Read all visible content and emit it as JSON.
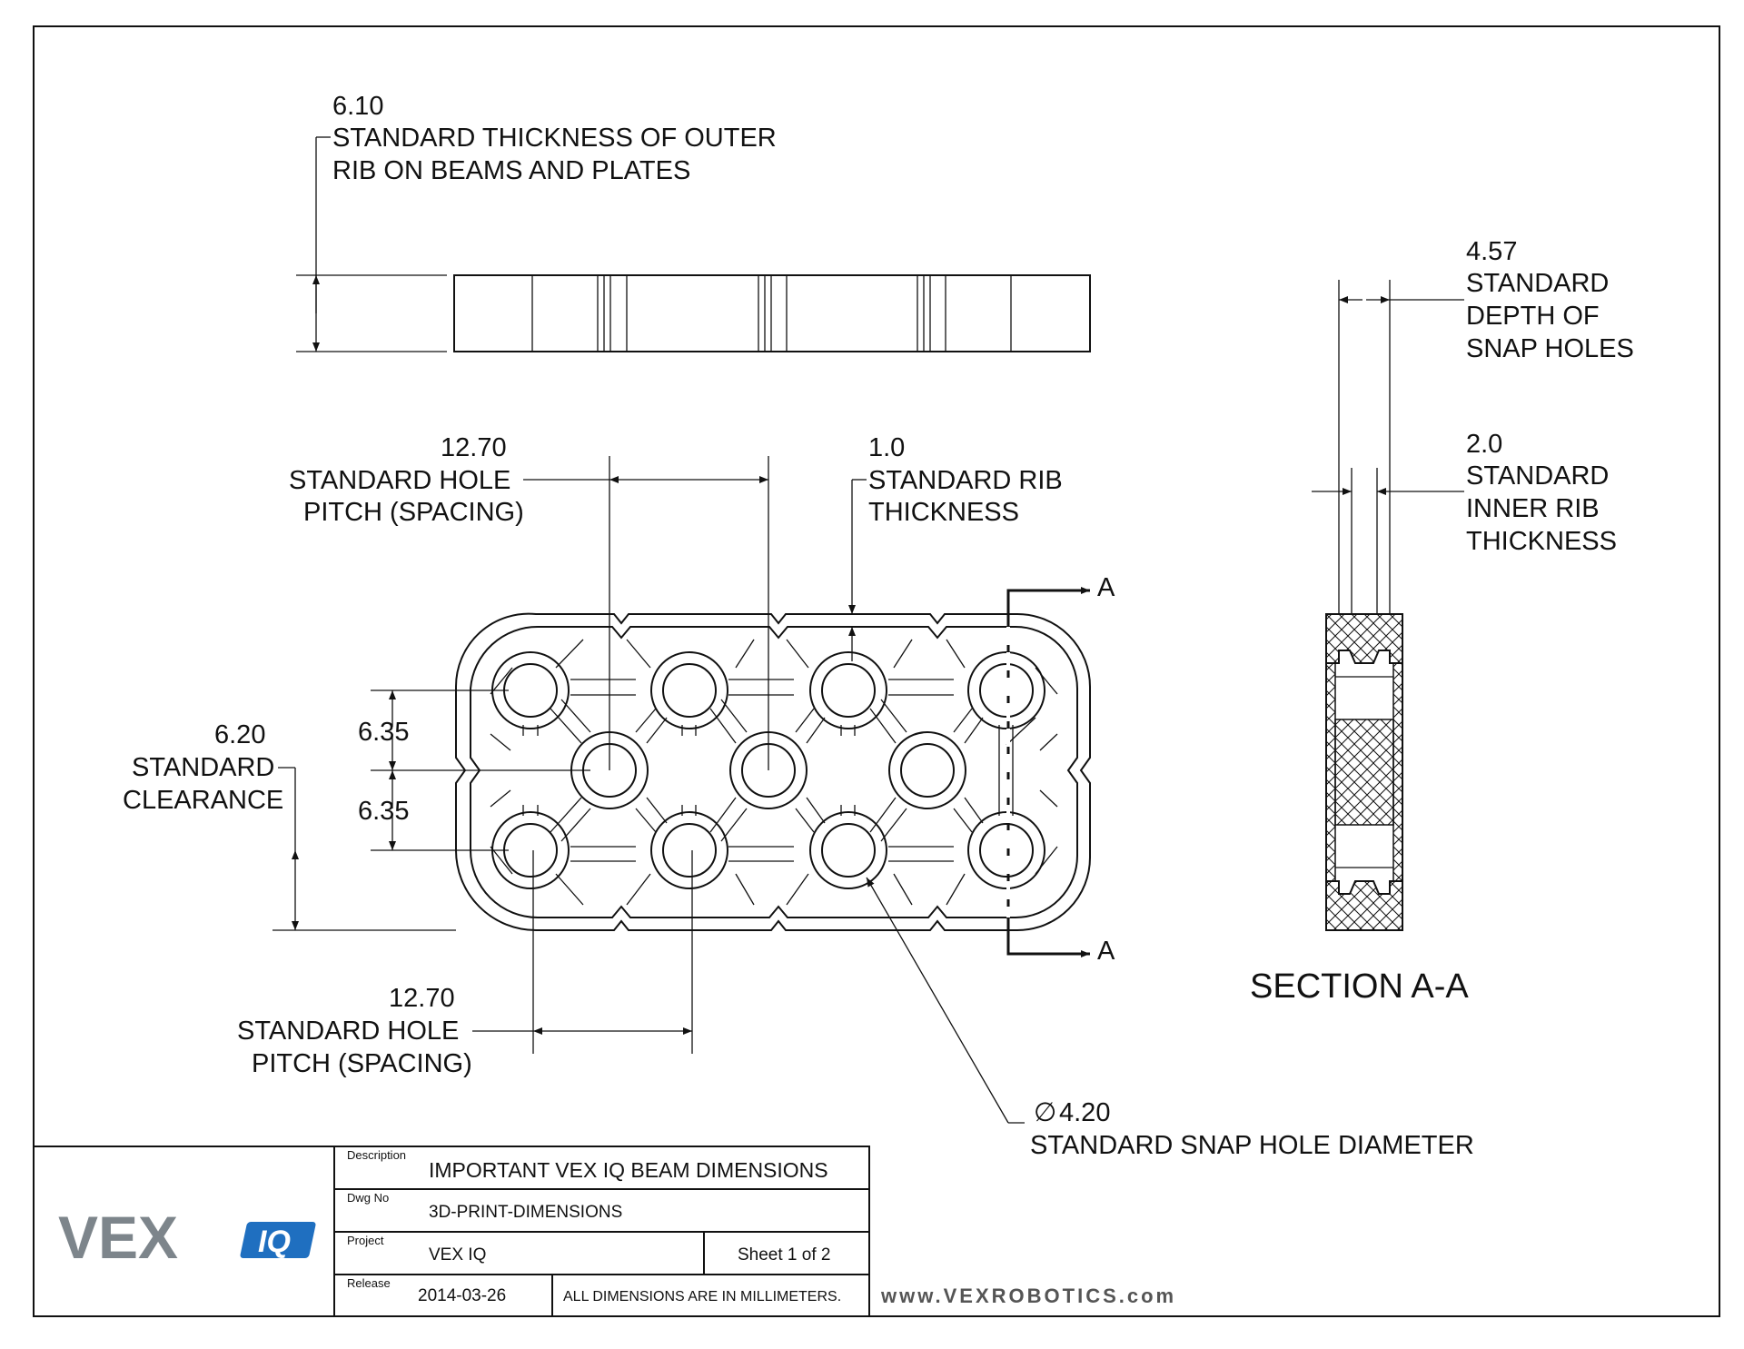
{
  "annotations": {
    "outer_rib": {
      "value": "6.10",
      "line1": "STANDARD THICKNESS OF OUTER",
      "line2": "RIB ON BEAMS AND PLATES"
    },
    "pitch_top": {
      "value": "12.70",
      "line1": "STANDARD HOLE",
      "line2": "PITCH (SPACING)"
    },
    "rib": {
      "value": "1.0",
      "line1": "STANDARD RIB",
      "line2": "THICKNESS"
    },
    "clearance": {
      "value": "6.20",
      "line1": "STANDARD",
      "line2": "CLEARANCE"
    },
    "half_pitch_upper": "6.35",
    "half_pitch_lower": "6.35",
    "pitch_bottom": {
      "value": "12.70",
      "line1": "STANDARD HOLE",
      "line2": "PITCH (SPACING)"
    },
    "snap_depth": {
      "value": "4.57",
      "line1": "STANDARD",
      "line2": "DEPTH OF",
      "line3": "SNAP HOLES"
    },
    "inner_rib": {
      "value": "2.0",
      "line1": "STANDARD",
      "line2": "INNER RIB",
      "line3": "THICKNESS"
    },
    "hole_diameter": {
      "symbol": "∅",
      "value": "4.20",
      "line1": "STANDARD SNAP HOLE DIAMETER"
    },
    "section_marker_top": "A",
    "section_marker_bottom": "A",
    "section_title": "SECTION A-A"
  },
  "title_block": {
    "description_label": "Description",
    "description": "IMPORTANT VEX IQ BEAM DIMENSIONS",
    "dwg_no_label": "Dwg  No",
    "dwg_no": "3D-PRINT-DIMENSIONS",
    "project_label": "Project",
    "project": "VEX IQ",
    "sheet": "Sheet 1 of 2",
    "release_label": "Release",
    "release": "2014-03-26",
    "note": "ALL DIMENSIONS ARE IN MILLIMETERS.",
    "url": "www.VEXROBOTICS.com"
  },
  "logo": {
    "vex": "VEX",
    "iq": "IQ"
  }
}
